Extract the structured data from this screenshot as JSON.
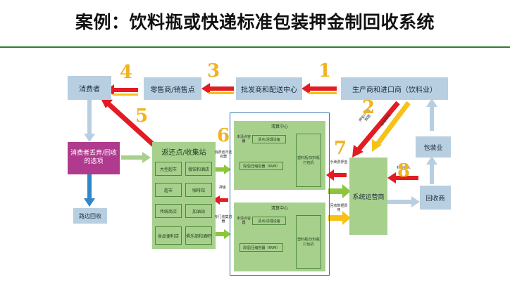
{
  "title": "案例：饮料瓶或快递标准包装押金制回收系统",
  "nodes": {
    "consumer": "消费者",
    "retailer": "零售商/销售点",
    "wholesaler": "批发商和配送中心",
    "producer": "生产商和进口商（饮料业）",
    "discard_options": "消费者丢弃/回收的选项",
    "curbside": "路边回收",
    "return_points": "返还点/收集站",
    "operator": "系统运营商",
    "packaging_industry": "包装业",
    "recycler": "回收商"
  },
  "return_cells": [
    "大型超市",
    "餐馆和酒店",
    "超市",
    "咖啡馆",
    "传统商店",
    "加油站",
    "食品便利店",
    "俱乐部和酒吧"
  ],
  "centers": [
    {
      "title": "清算中心",
      "in_label": "未清点容器",
      "step1": "清点/清理设备",
      "step2": "清理/压缩容器（RVM）",
      "out_box": "塑料瓶/饮料瓶打包机"
    },
    {
      "title": "清算中心",
      "in_label": "未清点容器",
      "step1": "清点/清理设备",
      "step2": "清理/压缩容器（RVM）",
      "out_box": "塑料瓶/饮料瓶打包机"
    }
  ],
  "side_labels": {
    "left_top": "消费者归还容器",
    "left_mid": "押金",
    "left_bot": "专门收集容器",
    "op_top": "手续费押金",
    "op_mid": "回收数据费用",
    "prod_arrow1": "押金/产品数据",
    "prod_arrow2": "管理费用",
    "rec_arrow": "材料收入"
  },
  "numbers": [
    "1",
    "2",
    "3",
    "4",
    "5",
    "6",
    "7",
    "8"
  ],
  "colors": {
    "red": "#e31b23",
    "yellow": "#f6c21a",
    "gray_box": "#b7cfe0",
    "green_box": "#a8d08d",
    "purple": "#b03a8e",
    "blue_arrow": "#2f86c8",
    "number": "#f0b323"
  }
}
